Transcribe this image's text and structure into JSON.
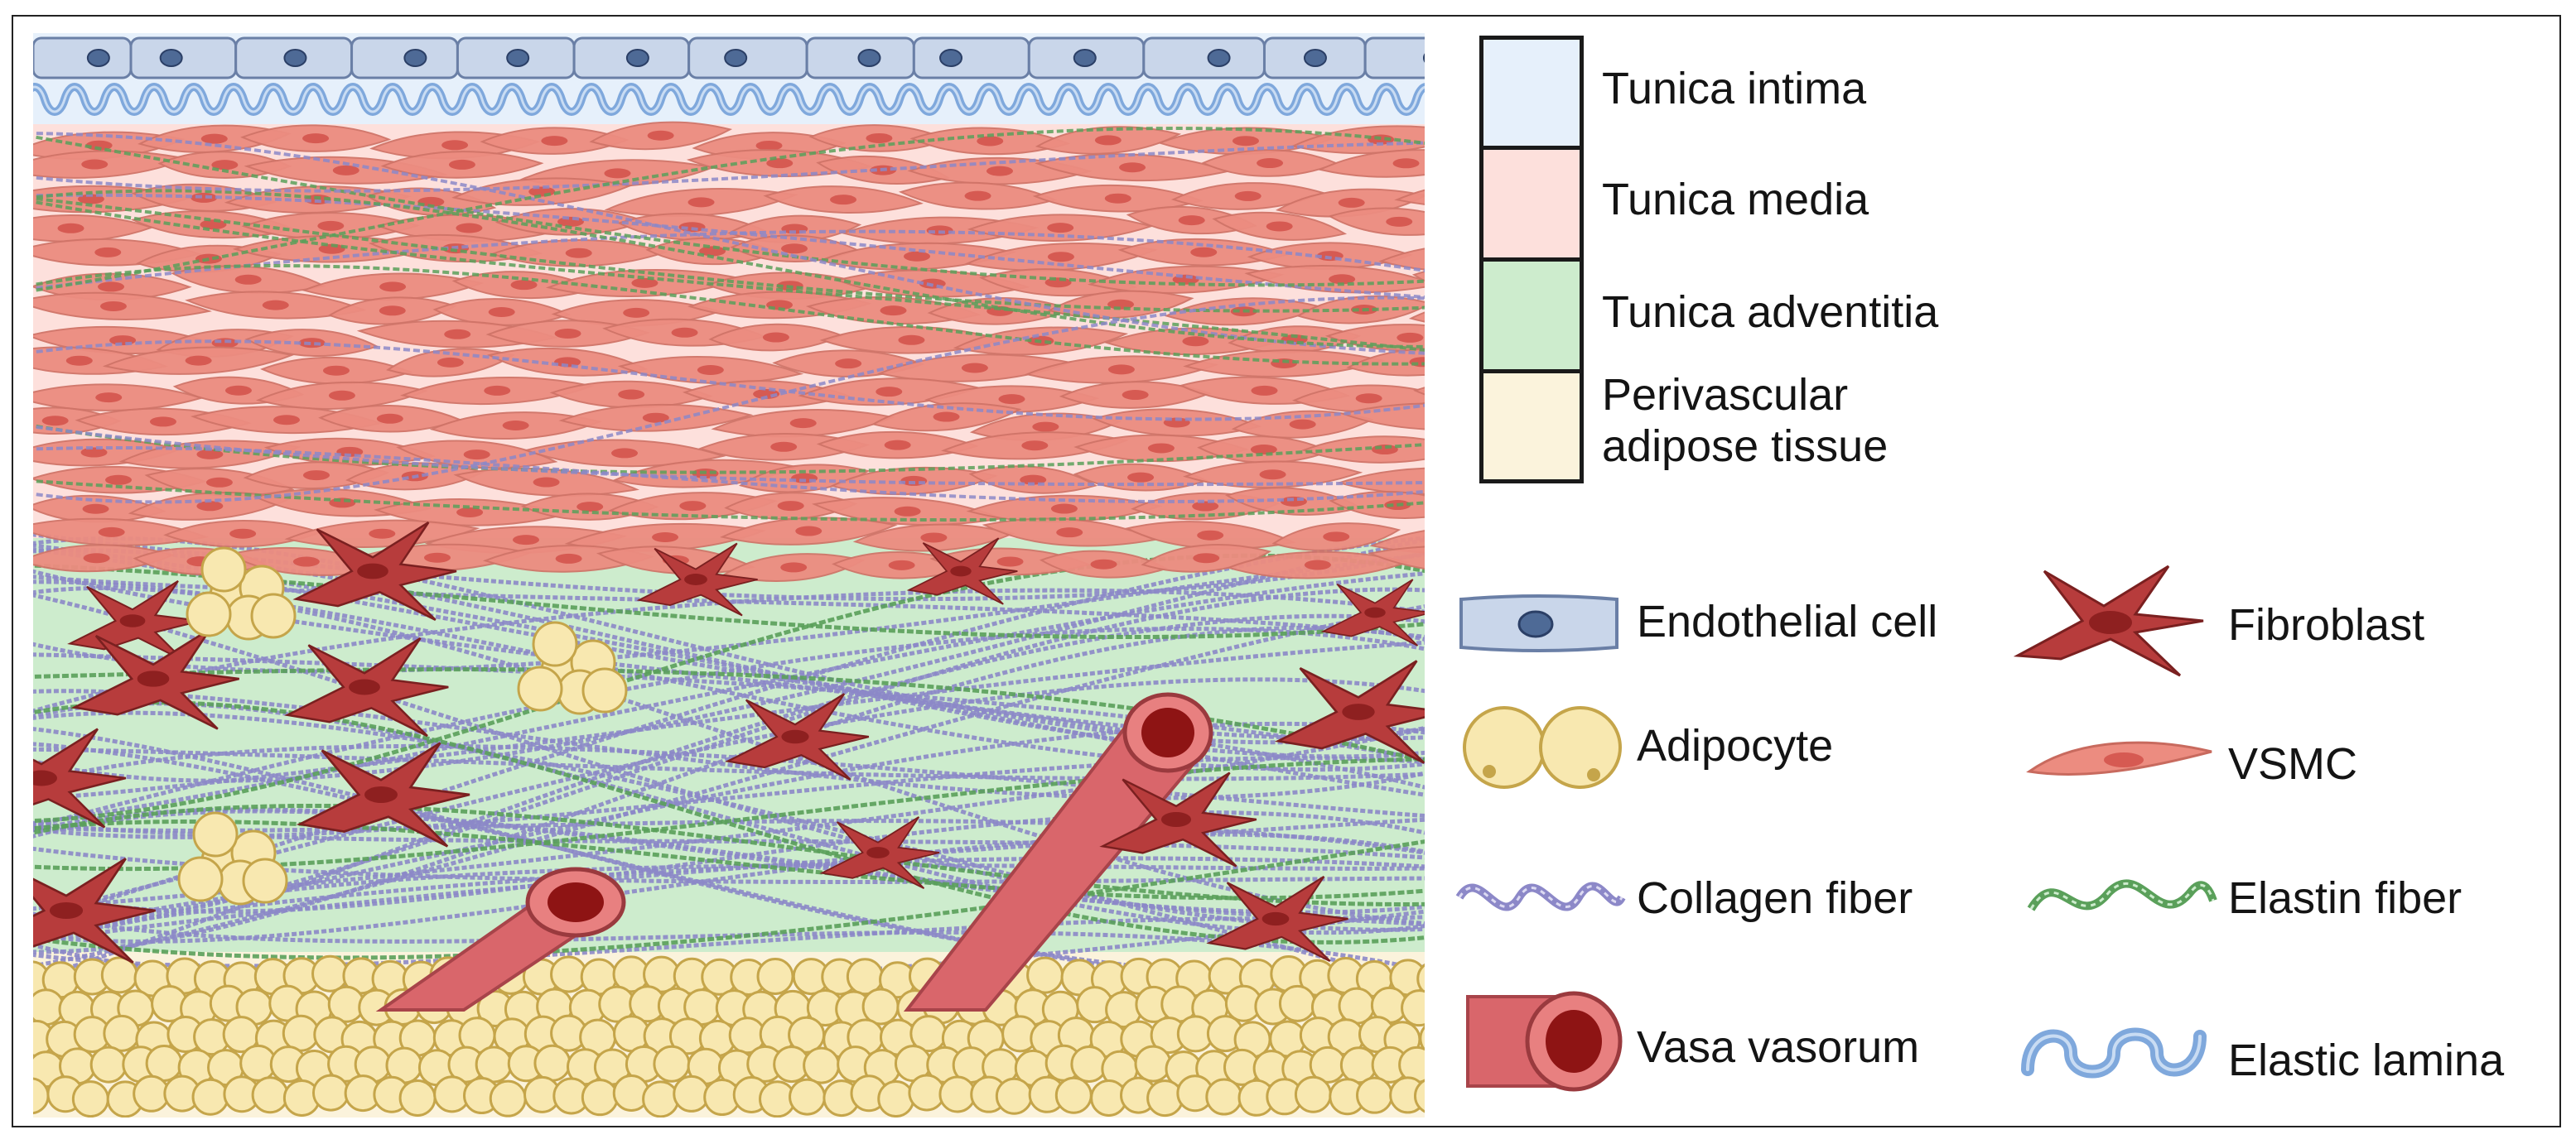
{
  "layer_legend": [
    {
      "label": "Tunica intima",
      "color": "#e6f0fb"
    },
    {
      "label": "Tunica media",
      "color": "#fde0dc"
    },
    {
      "label": "Tunica adventitia",
      "color": "#cdeccd"
    },
    {
      "label": "Perivascular\nadipose tissue",
      "color": "#fbf3dc"
    }
  ],
  "component_legend": {
    "endothelial_cell": "Endothelial cell",
    "adipocyte": "Adipocyte",
    "collagen_fiber": "Collagen fiber",
    "vasa_vasorum": "Vasa vasorum",
    "fibroblast": "Fibroblast",
    "vsmc": "VSMC",
    "elastin_fiber": "Elastin fiber",
    "elastic_lamina": "Elastic lamina"
  },
  "colors": {
    "intima": "#e6f0fb",
    "media": "#fde0dc",
    "adventitia": "#cdeccd",
    "pvat": "#fbf3dc",
    "endothelium": "#c9d6ea",
    "nucleus": "#4e6a96",
    "vsmc": "#ec8c80",
    "fibroblast": "#b73c3c",
    "collagen": "#8c88c8",
    "elastin": "#5aa05a",
    "lamina": "#7fa8dc",
    "adipocyte": "#f8e8b0",
    "vessel": "#d9666b",
    "lumen": "#8e1414"
  }
}
